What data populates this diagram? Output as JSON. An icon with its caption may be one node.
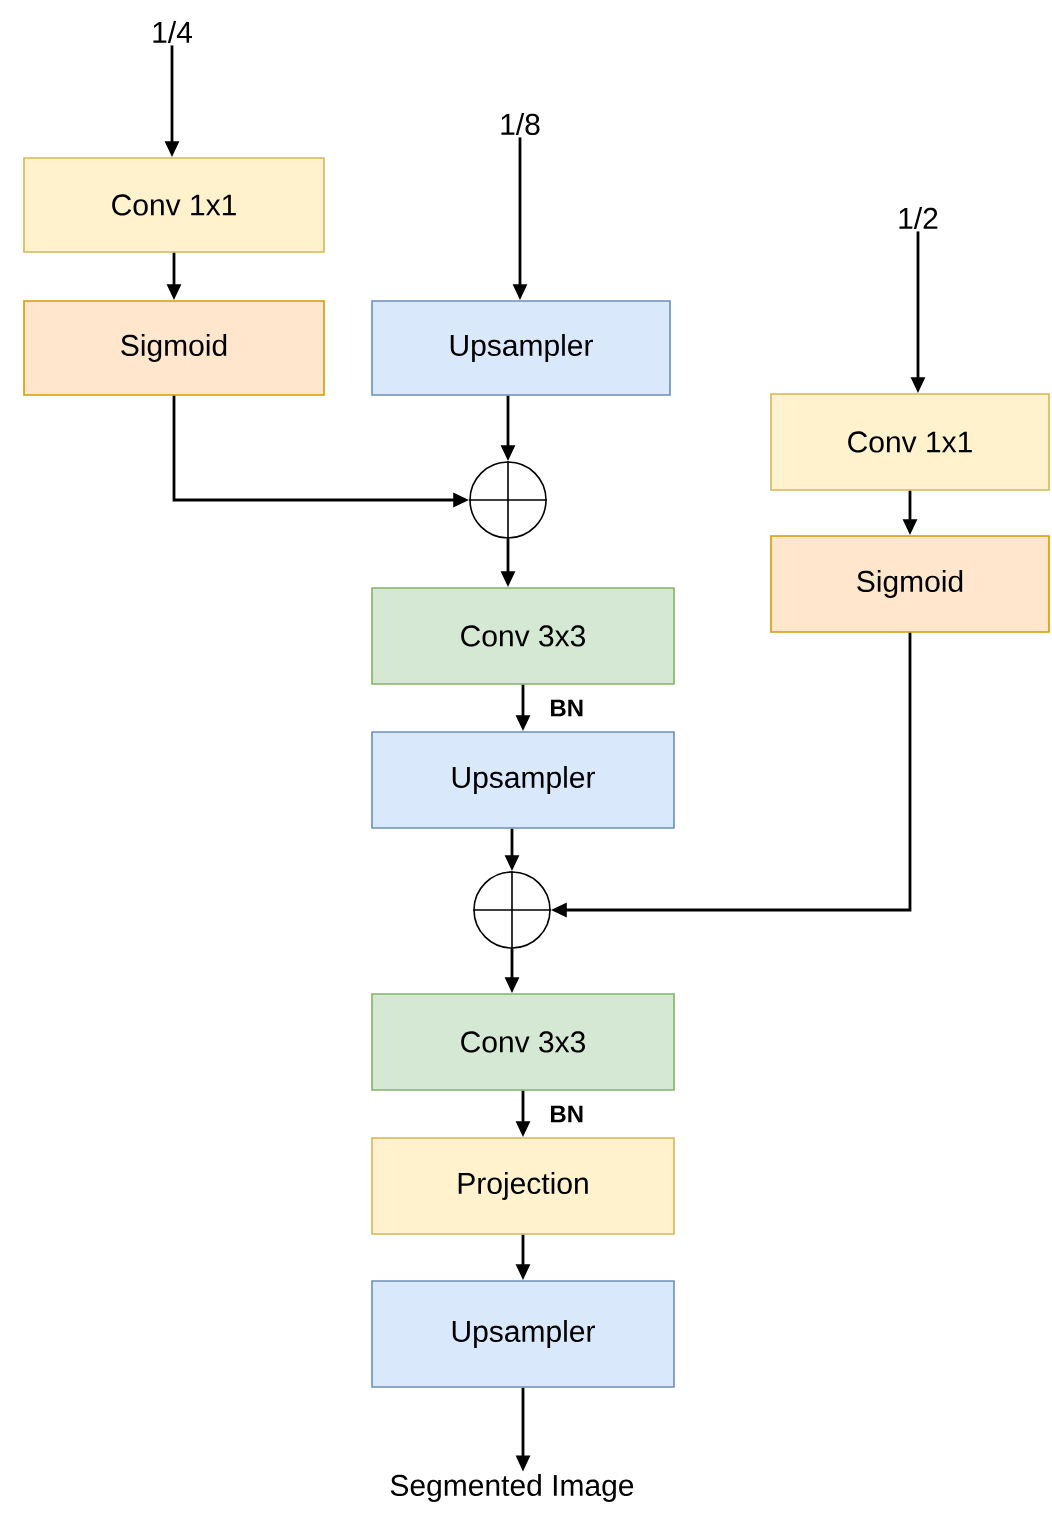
{
  "diagram": {
    "nodes": [
      {
        "text": [
          "1/4"
        ]
      },
      {
        "text": [
          "Conv 1x1"
        ]
      },
      {
        "text": [
          "Sigmoid"
        ]
      },
      {
        "text": [
          "1/8"
        ]
      },
      {
        "text": [
          "Upsampler"
        ]
      },
      {
        "text": [
          "1/2"
        ]
      },
      {
        "text": [
          "Conv 1x1"
        ]
      },
      {
        "text": [
          "Sigmoid"
        ]
      },
      {
        "text": [],
        "shape": "circle"
      },
      {
        "text": [
          "Conv 3x3"
        ]
      },
      {
        "text": [
          "Upsampler"
        ]
      },
      {
        "text": [],
        "shape": "circle"
      },
      {
        "text": [
          "Conv 3x3"
        ]
      },
      {
        "text": [
          "Projection"
        ]
      },
      {
        "text": [
          "Upsampler"
        ]
      },
      {
        "text": [
          "Segmented Image"
        ]
      }
    ],
    "edges": [
      {
        "from": 0,
        "to": 1,
        "arrow": "to"
      },
      {
        "from": 1,
        "to": 2,
        "arrow": "to"
      },
      {
        "from": 3,
        "to": 4,
        "arrow": "to"
      },
      {
        "from": 5,
        "to": 6,
        "arrow": "to"
      },
      {
        "from": 6,
        "to": 7,
        "arrow": "to"
      },
      {
        "from": 2,
        "to": 8,
        "arrow": "to"
      },
      {
        "from": 4,
        "to": 8,
        "arrow": "to"
      },
      {
        "from": 8,
        "to": 9,
        "arrow": "to"
      },
      {
        "from": 9,
        "to": 10,
        "arrow": "to",
        "label": "BN"
      },
      {
        "from": 10,
        "to": 11,
        "arrow": "to"
      },
      {
        "from": 7,
        "to": 11,
        "arrow": "to"
      },
      {
        "from": 11,
        "to": 12,
        "arrow": "to"
      },
      {
        "from": 12,
        "to": 13,
        "arrow": "to",
        "label": "BN"
      },
      {
        "from": 13,
        "to": 14,
        "arrow": "to"
      },
      {
        "from": 14,
        "to": 15,
        "arrow": "to"
      }
    ]
  }
}
